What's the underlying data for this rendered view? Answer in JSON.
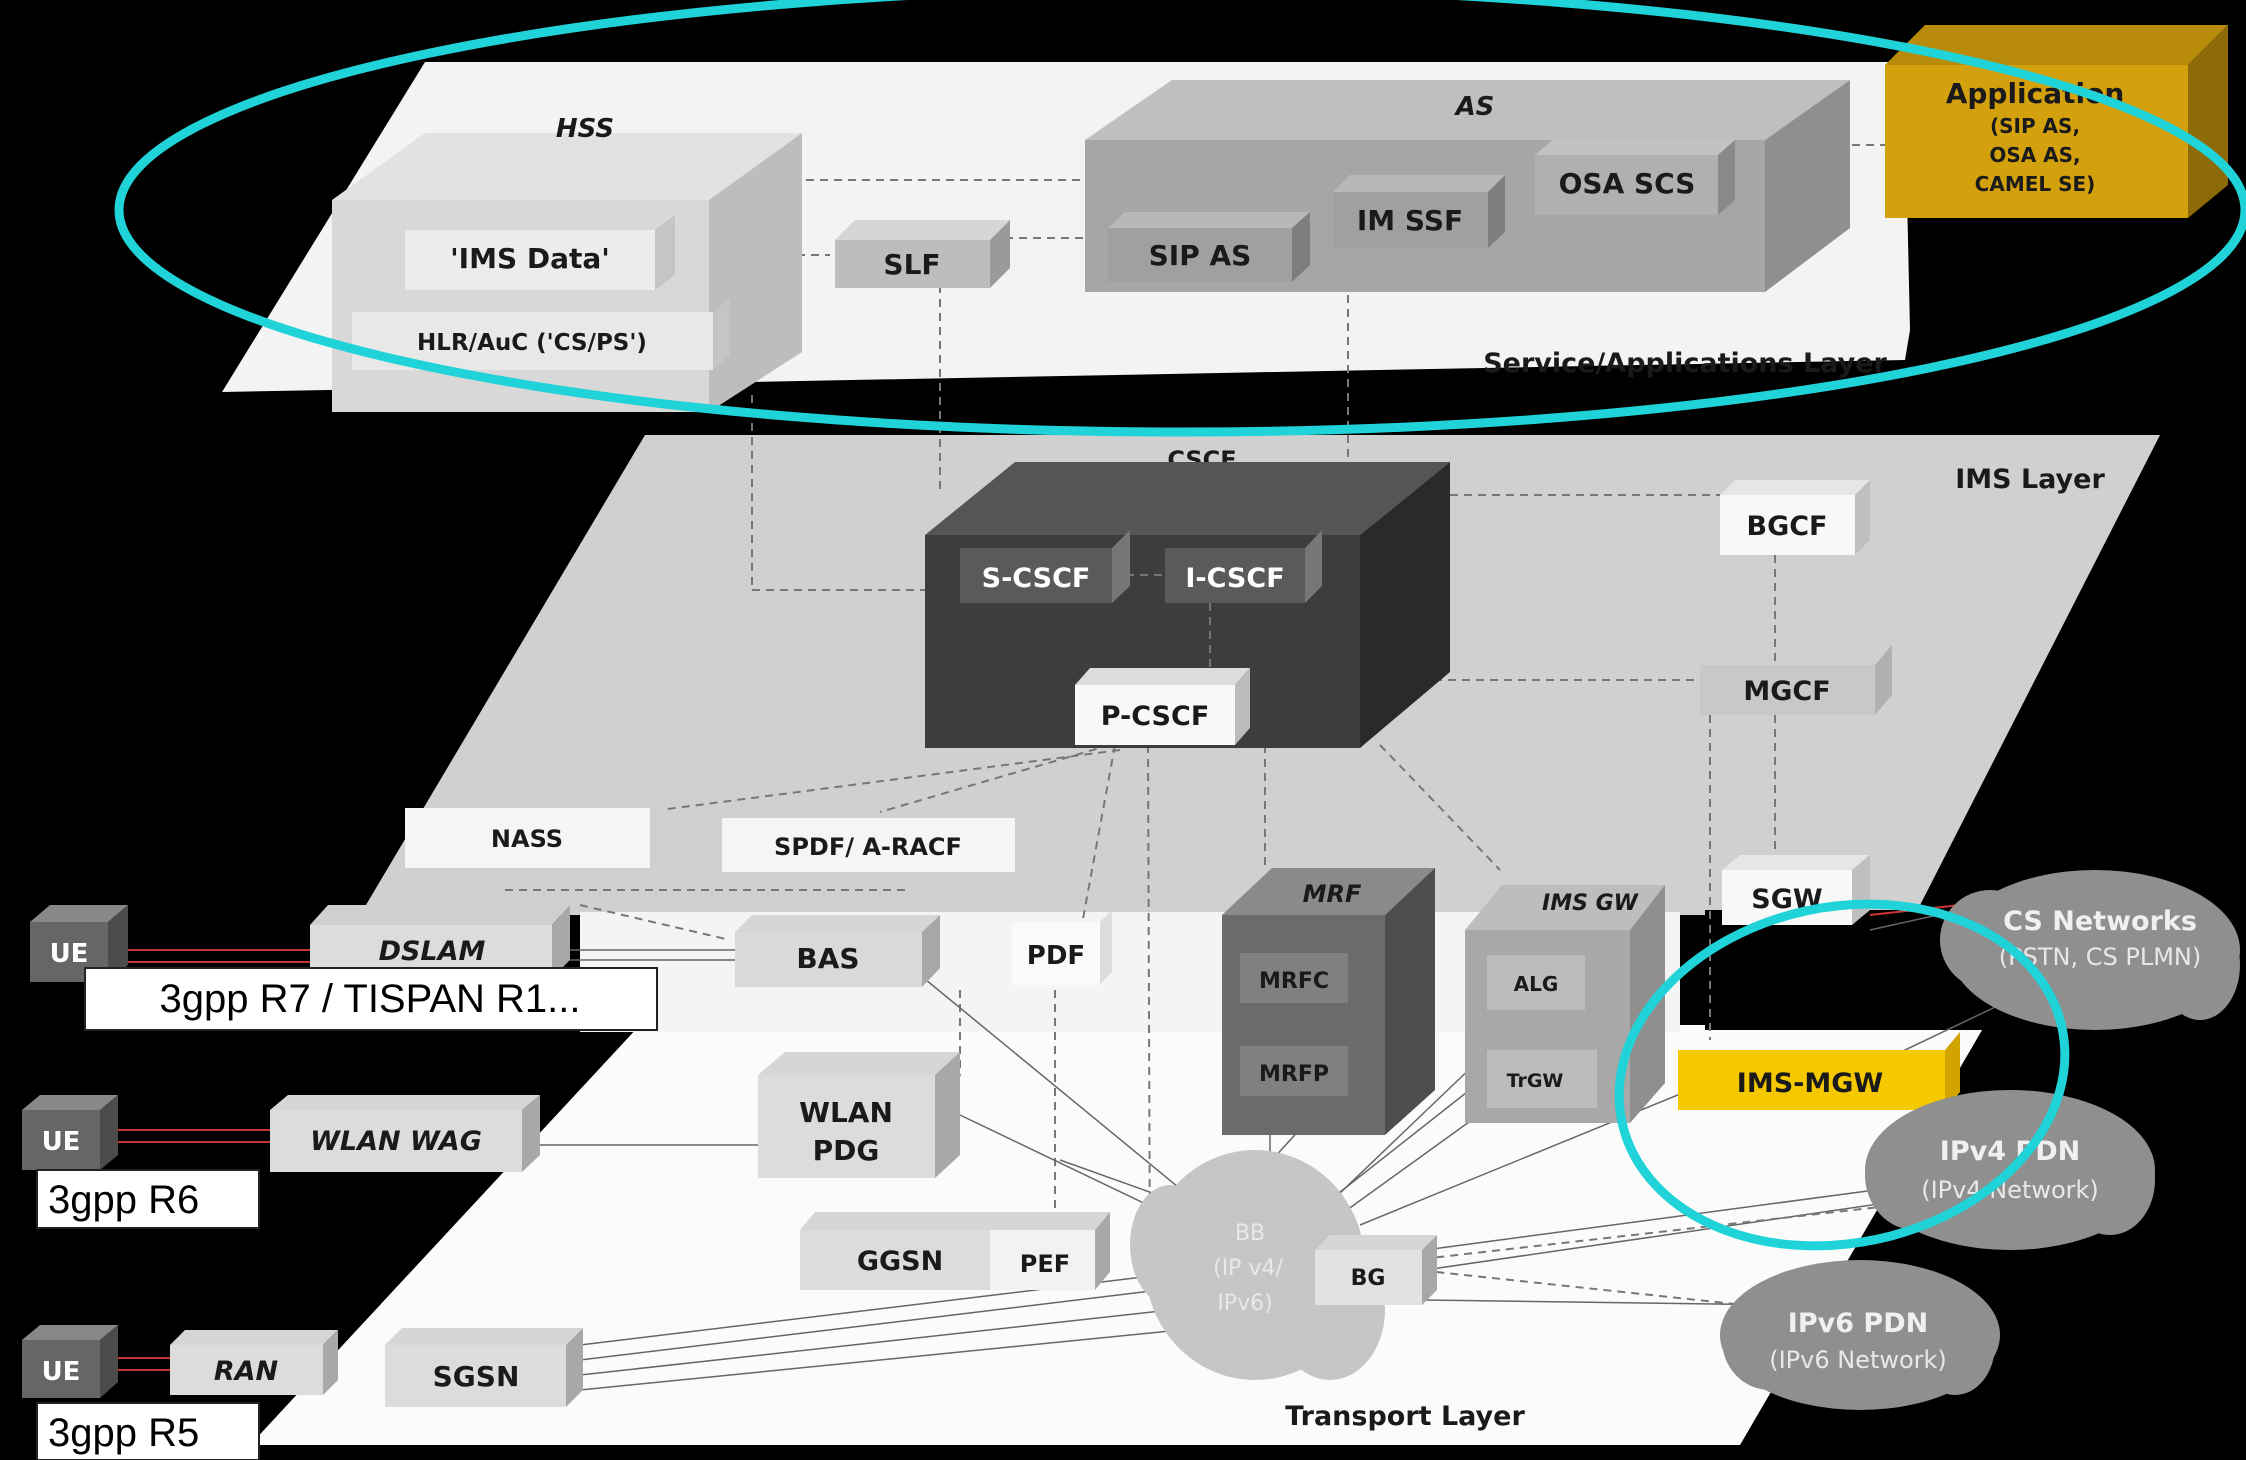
{
  "layers": {
    "service": "Service/Applications Layer",
    "ims": "IMS Layer",
    "transport": "Transport Layer"
  },
  "service": {
    "hss": "HSS",
    "ims_data": "'IMS Data'",
    "hlr": "HLR/AuC ('CS/PS')",
    "slf": "SLF",
    "as": "AS",
    "sip_as": "SIP AS",
    "im_ssf": "IM SSF",
    "osa_scs": "OSA SCS",
    "application": {
      "title": "Application",
      "line1": "(SIP AS,",
      "line2": "OSA AS,",
      "line3": "CAMEL SE)"
    }
  },
  "ims": {
    "cscf": "CSCF",
    "s_cscf": "S-CSCF",
    "i_cscf": "I-CSCF",
    "p_cscf": "P-CSCF",
    "bgcf": "BGCF",
    "mgcf": "MGCF",
    "nass": "NASS",
    "spdf": "SPDF/ A-RACF",
    "sgw": "SGW",
    "mrf": "MRF",
    "mrfc": "MRFC",
    "mrfp": "MRFP",
    "ims_gw": "IMS GW",
    "alg": "ALG",
    "trgw": "TrGW",
    "ims_mgw": "IMS-MGW",
    "pdf": "PDF"
  },
  "transport": {
    "dslam": "DSLAM",
    "bas": "BAS",
    "wlan_wag": "WLAN WAG",
    "wlan_pdg_1": "WLAN",
    "wlan_pdg_2": "PDG",
    "ggsn": "GGSN",
    "pef": "PEF",
    "ran": "RAN",
    "sgsn": "SGSN",
    "bb_1": "BB",
    "bb_2": "(IP v4/",
    "bb_3": "IPv6)",
    "bg": "BG"
  },
  "ue": {
    "ue1": "UE",
    "ue2": "UE",
    "ue3": "UE",
    "r7": "3gpp R7 / TISPAN R1...",
    "r6": "3gpp R6",
    "r5": "3gpp R5"
  },
  "clouds": {
    "cs_title": "CS Networks",
    "cs_sub": "(PSTN, CS PLMN)",
    "ipv4_title": "IPv4 PDN",
    "ipv4_sub": "(IPv4 Network)",
    "ipv6_title": "IPv6 PDN",
    "ipv6_sub": "(IPv6 Network)"
  },
  "colors": {
    "highlight_ring": "#1fd3d8",
    "application": "#d4a10e",
    "ims_mgw": "#f5c800",
    "cscf_dark": "#3d3d3d",
    "background": "#000000"
  }
}
